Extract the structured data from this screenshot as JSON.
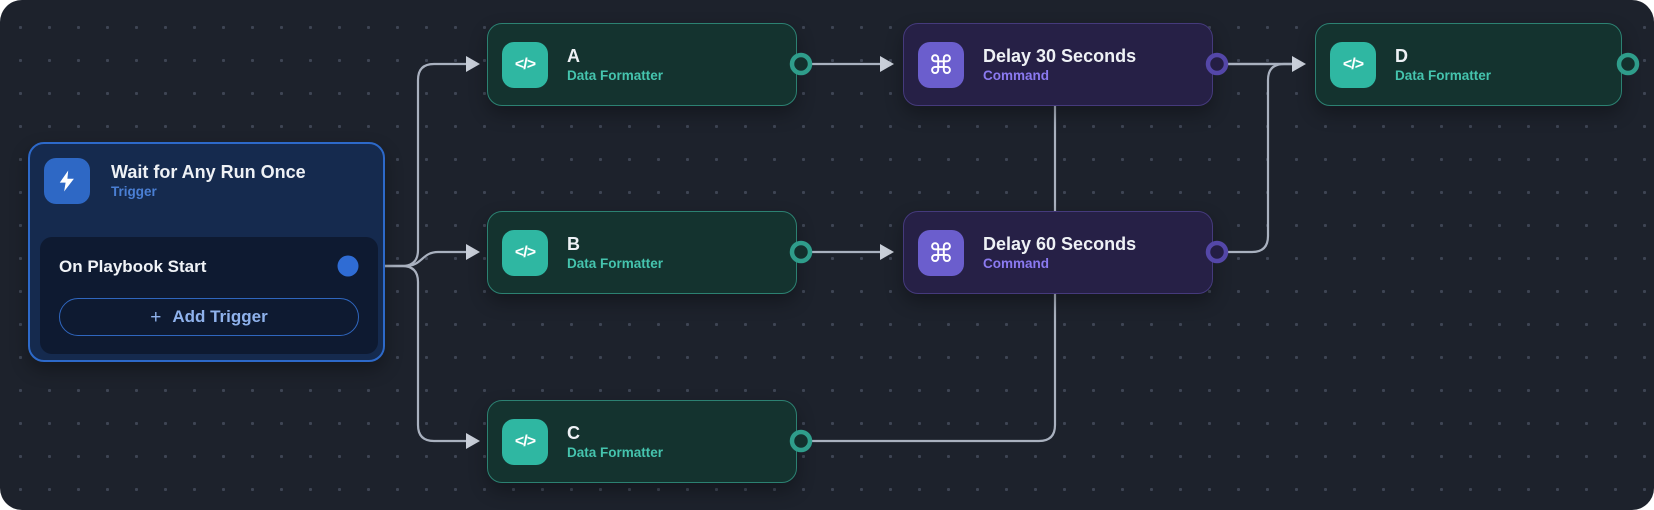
{
  "canvas": {
    "background": "#1d222c",
    "dot_color": "#3e4554"
  },
  "colors": {
    "formatter_accent": "#2fb7a2",
    "formatter_border": "#2c8172",
    "formatter_bg": "#14332f",
    "formatter_subtitle": "#45c4ae",
    "command_accent": "#6b5ecd",
    "command_border": "#453a7c",
    "command_bg": "#262046",
    "command_subtitle": "#8b7af0",
    "trigger_accent": "#2e68c5",
    "trigger_border": "#2d69c9",
    "trigger_bg": "#152a4e",
    "trigger_subtitle": "#4a7fd4",
    "edge": "#a9b1bf"
  },
  "trigger_node": {
    "title": "Wait for Any Run Once",
    "type_label": "Trigger",
    "icon": "lightning-icon",
    "event_row": {
      "label": "On Playbook Start"
    },
    "add_trigger_button": {
      "plus": "+",
      "label": "Add Trigger"
    }
  },
  "action_nodes": [
    {
      "title": "A",
      "type_label": "Data Formatter",
      "icon": "code-icon",
      "icon_glyph": "</>"
    },
    {
      "title": "B",
      "type_label": "Data Formatter",
      "icon": "code-icon",
      "icon_glyph": "</>"
    },
    {
      "title": "C",
      "type_label": "Data Formatter",
      "icon": "code-icon",
      "icon_glyph": "</>"
    },
    {
      "title": "Delay 30 Seconds",
      "type_label": "Command",
      "icon": "command-icon",
      "icon_glyph": "⌘"
    },
    {
      "title": "Delay 60 Seconds",
      "type_label": "Command",
      "icon": "command-icon",
      "icon_glyph": "⌘"
    },
    {
      "title": "D",
      "type_label": "Data Formatter",
      "icon": "code-icon",
      "icon_glyph": "</>"
    }
  ],
  "edges": [
    {
      "from": "On Playbook Start",
      "to": "A"
    },
    {
      "from": "On Playbook Start",
      "to": "B"
    },
    {
      "from": "On Playbook Start",
      "to": "C"
    },
    {
      "from": "A",
      "to": "Delay 30 Seconds"
    },
    {
      "from": "B",
      "to": "Delay 60 Seconds"
    },
    {
      "from": "Delay 30 Seconds",
      "to": "D"
    },
    {
      "from": "Delay 60 Seconds",
      "to": "D"
    },
    {
      "from": "C",
      "to": "D"
    }
  ]
}
